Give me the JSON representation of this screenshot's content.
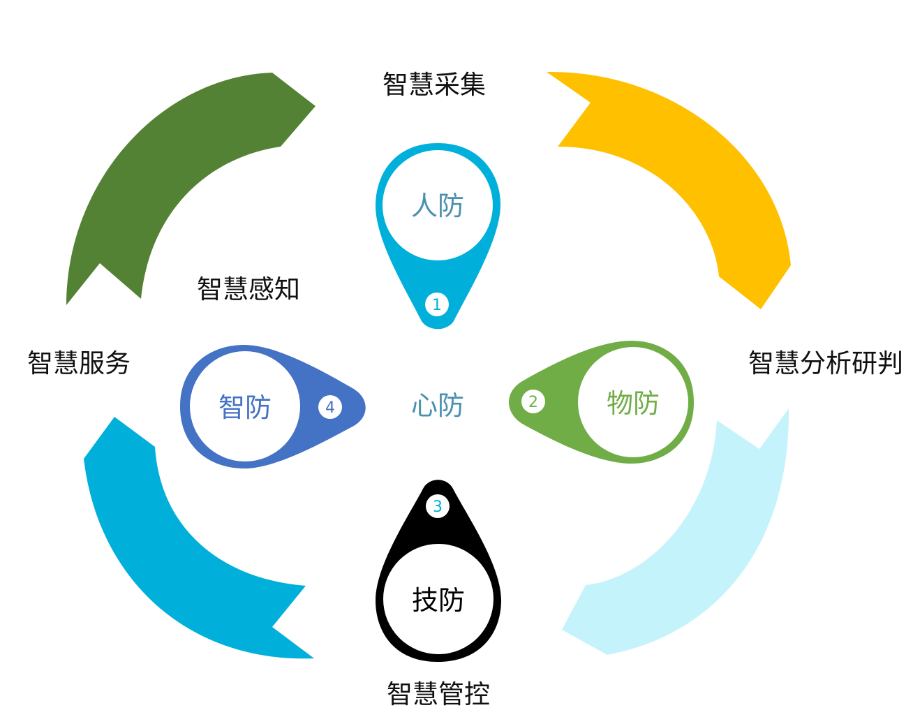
{
  "outer_labels": {
    "top": "智慧采集",
    "right": "智慧分析研判",
    "bottom": "智慧管控",
    "left": "智慧服务",
    "inner_left": "智慧感知"
  },
  "center_label": "心防",
  "pins": [
    {
      "label": "人防",
      "number": "1",
      "color": "#00B0DA",
      "text_color": "#4A90B0"
    },
    {
      "label": "物防",
      "number": "2",
      "color": "#70AD47",
      "text_color": "#70AD47"
    },
    {
      "label": "技防",
      "number": "3",
      "color": "#000000",
      "text_color": "#000000"
    },
    {
      "label": "智防",
      "number": "4",
      "color": "#4472C4",
      "text_color": "#4472C4"
    }
  ],
  "arrow_colors": {
    "green": "#548235",
    "yellow": "#FFC000",
    "light_blue": "#C5F3FC",
    "teal": "#00B0DA"
  }
}
